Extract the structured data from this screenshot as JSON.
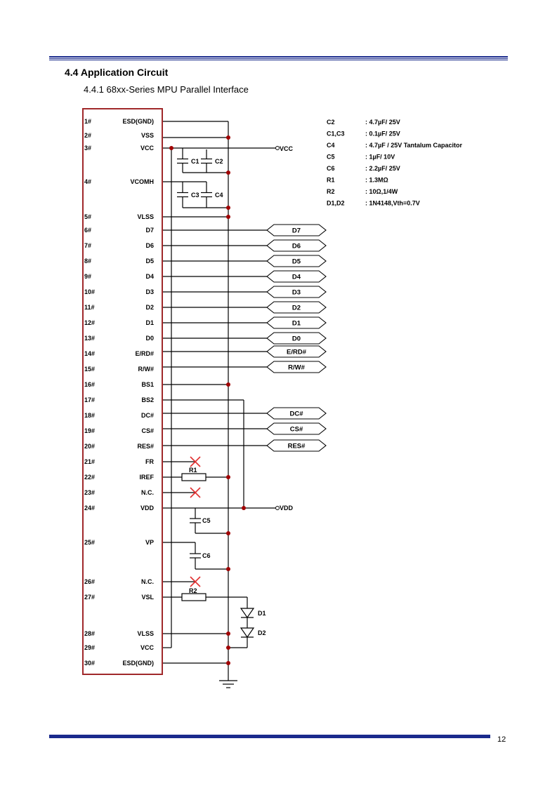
{
  "section": {
    "heading": "4.4 Application Circuit",
    "subheading": "4.4.1   68xx-Series MPU Parallel Interface"
  },
  "pins": [
    {
      "num": "1#",
      "name": "ESD(GND)"
    },
    {
      "num": "2#",
      "name": "VSS"
    },
    {
      "num": "3#",
      "name": "VCC"
    },
    {
      "num": "4#",
      "name": "VCOMH"
    },
    {
      "num": "5#",
      "name": "VLSS"
    },
    {
      "num": "6#",
      "name": "D7"
    },
    {
      "num": "7#",
      "name": "D6"
    },
    {
      "num": "8#",
      "name": "D5"
    },
    {
      "num": "9#",
      "name": "D4"
    },
    {
      "num": "10#",
      "name": "D3"
    },
    {
      "num": "11#",
      "name": "D2"
    },
    {
      "num": "12#",
      "name": "D1"
    },
    {
      "num": "13#",
      "name": "D0"
    },
    {
      "num": "14#",
      "name": "E/RD#"
    },
    {
      "num": "15#",
      "name": "R/W#"
    },
    {
      "num": "16#",
      "name": "BS1"
    },
    {
      "num": "17#",
      "name": "BS2"
    },
    {
      "num": "18#",
      "name": "DC#"
    },
    {
      "num": "19#",
      "name": "CS#"
    },
    {
      "num": "20#",
      "name": "RES#"
    },
    {
      "num": "21#",
      "name": "FR"
    },
    {
      "num": "22#",
      "name": "IREF"
    },
    {
      "num": "23#",
      "name": "N.C."
    },
    {
      "num": "24#",
      "name": "VDD"
    },
    {
      "num": "25#",
      "name": "VP"
    },
    {
      "num": "26#",
      "name": "N.C."
    },
    {
      "num": "27#",
      "name": "VSL"
    },
    {
      "num": "28#",
      "name": "VLSS"
    },
    {
      "num": "29#",
      "name": "VCC"
    },
    {
      "num": "30#",
      "name": "ESD(GND)"
    }
  ],
  "signal_tags": [
    "D7",
    "D6",
    "D5",
    "D4",
    "D3",
    "D2",
    "D1",
    "D0",
    "E/RD#",
    "R/W#",
    "DC#",
    "CS#",
    "RES#"
  ],
  "rails": {
    "vcc": "VCC",
    "vdd": "VDD"
  },
  "components": {
    "c1": "C1",
    "c2": "C2",
    "c3": "C3",
    "c4": "C4",
    "c5": "C5",
    "c6": "C6",
    "r1": "R1",
    "r2": "R2",
    "d1": "D1",
    "d2": "D2"
  },
  "legend": [
    {
      "ref": "C2",
      "value": ": 4.7µF/ 25V"
    },
    {
      "ref": "C1,C3",
      "value": ": 0.1µF/ 25V"
    },
    {
      "ref": "C4",
      "value": ": 4.7µF / 25V Tantalum Capacitor"
    },
    {
      "ref": "C5",
      "value": ": 1µF/ 10V"
    },
    {
      "ref": "C6",
      "value": ": 2.2µF/ 25V"
    },
    {
      "ref": "R1",
      "value": ": 1.3MΩ"
    },
    {
      "ref": "R2",
      "value": ": 10Ω,1/4W"
    },
    {
      "ref": "D1,D2",
      "value": ": 1N4148,Vth=0.7V"
    }
  ],
  "colors": {
    "header_rule": "#1a2a8c",
    "connector_box": "#a0282a",
    "junction": "#a00000",
    "no_connect": "#e03030"
  },
  "page_number": "12"
}
